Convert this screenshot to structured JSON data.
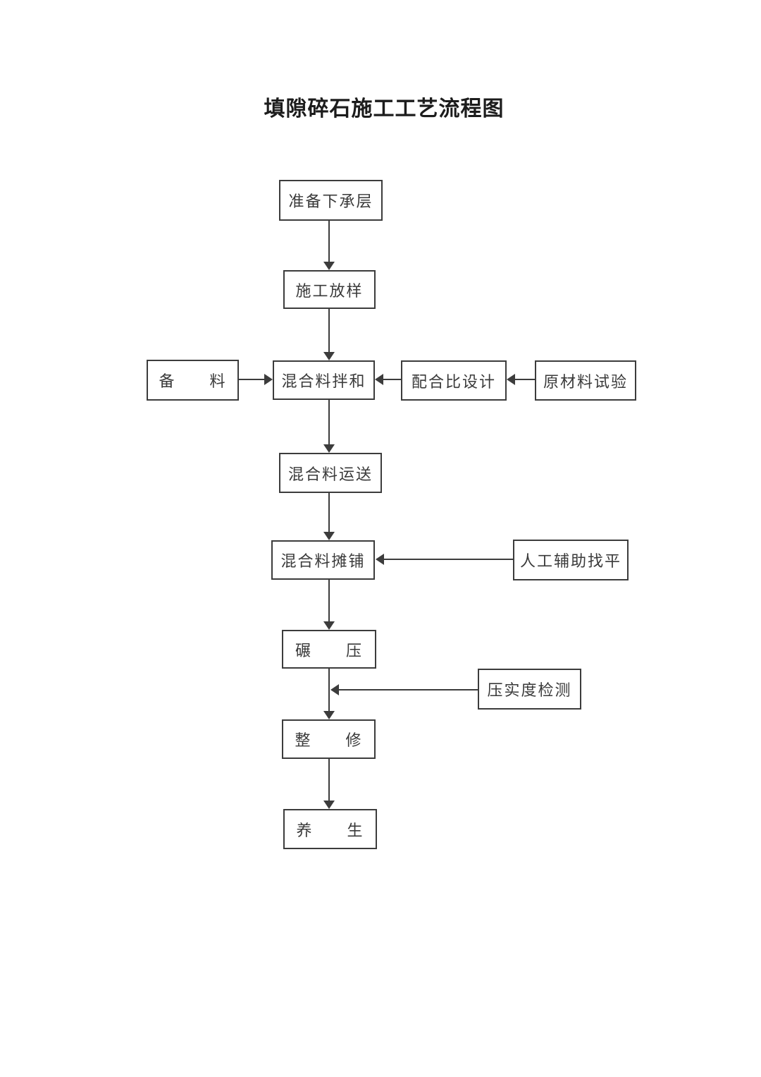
{
  "title": "填隙碎石施工工艺流程图",
  "colors": {
    "background": "#ffffff",
    "line": "#3c3c3c",
    "box_border": "#3c3c3c",
    "box_text": "#3a3a3a",
    "title_text": "#1c1c1c"
  },
  "flowchart": {
    "nodes": {
      "prepare_subbase": {
        "label": "准备下承层"
      },
      "construction_layout": {
        "label": "施工放样"
      },
      "material_preparation": {
        "label": "备　　料"
      },
      "mixture_mixing": {
        "label": "混合料拌和"
      },
      "mix_ratio_design": {
        "label": "配合比设计"
      },
      "raw_material_test": {
        "label": "原材料试验"
      },
      "mixture_transport": {
        "label": "混合料运送"
      },
      "mixture_paving": {
        "label": "混合料摊铺"
      },
      "manual_leveling": {
        "label": "人工辅助找平"
      },
      "rolling": {
        "label": "碾　　压"
      },
      "compaction_test": {
        "label": "压实度检测"
      },
      "trimming": {
        "label": "整　　修"
      },
      "curing": {
        "label": "养　　生"
      }
    },
    "edges": [
      {
        "from": "prepare_subbase",
        "to": "construction_layout"
      },
      {
        "from": "construction_layout",
        "to": "mixture_mixing"
      },
      {
        "from": "material_preparation",
        "to": "mixture_mixing"
      },
      {
        "from": "mix_ratio_design",
        "to": "mixture_mixing"
      },
      {
        "from": "raw_material_test",
        "to": "mix_ratio_design"
      },
      {
        "from": "mixture_mixing",
        "to": "mixture_transport"
      },
      {
        "from": "mixture_transport",
        "to": "mixture_paving"
      },
      {
        "from": "manual_leveling",
        "to": "mixture_paving"
      },
      {
        "from": "mixture_paving",
        "to": "rolling"
      },
      {
        "from": "rolling",
        "to": "trimming"
      },
      {
        "from": "compaction_test",
        "to": "rolling_trimming_connector"
      },
      {
        "from": "trimming",
        "to": "curing"
      }
    ]
  }
}
